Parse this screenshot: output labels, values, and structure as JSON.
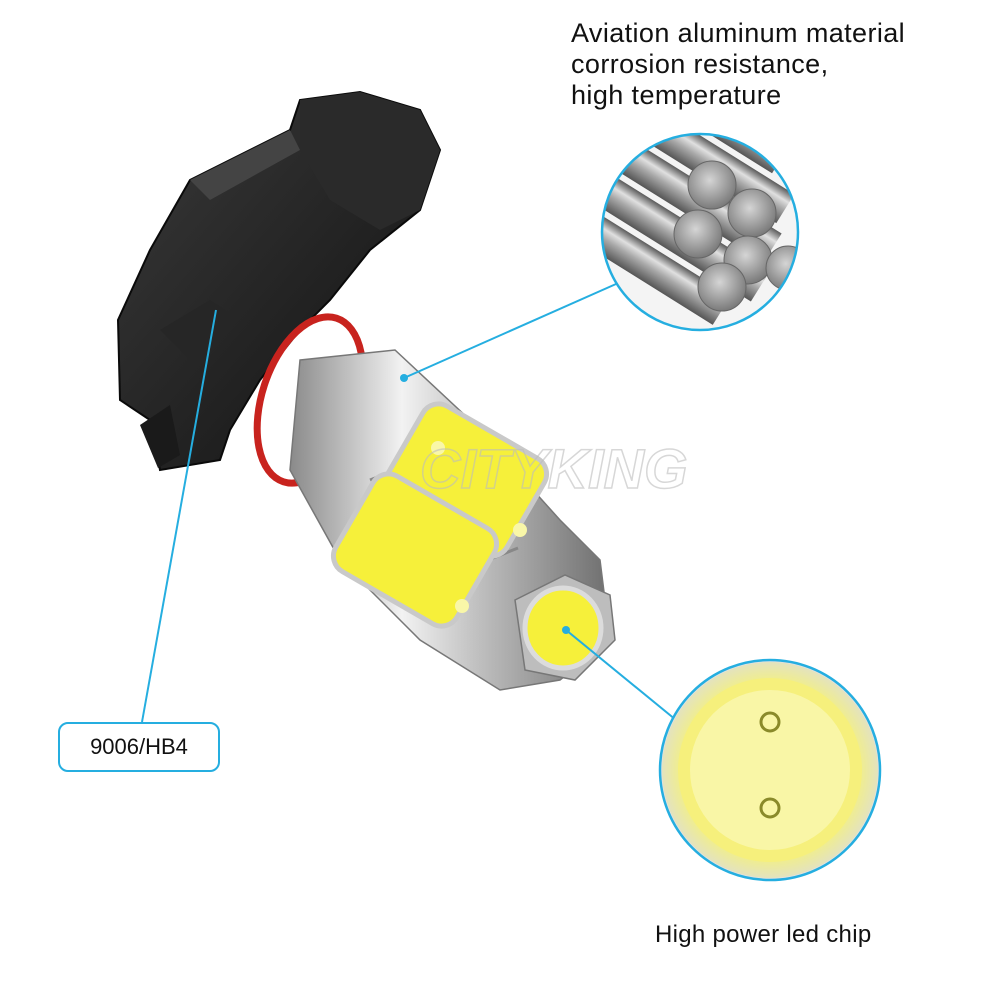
{
  "captions": {
    "material_line_1": "Aviation aluminum material",
    "material_line_2": "corrosion resistance,",
    "material_line_3": "high temperature",
    "chip": "High power led chip",
    "model": "9006/HB4"
  },
  "watermark": {
    "text": "CITYKING"
  },
  "colors": {
    "callout_line": "#25aee0",
    "led_yellow": "#f6f03a",
    "socket_black": "#1c1c1c",
    "o_ring_red": "#c8231e",
    "aluminum": "#c9c9c9"
  },
  "icons": {
    "bulb": "led-bulb-9006-icon",
    "rods": "aluminum-rods-icon",
    "chip": "led-chip-closeup-icon"
  }
}
